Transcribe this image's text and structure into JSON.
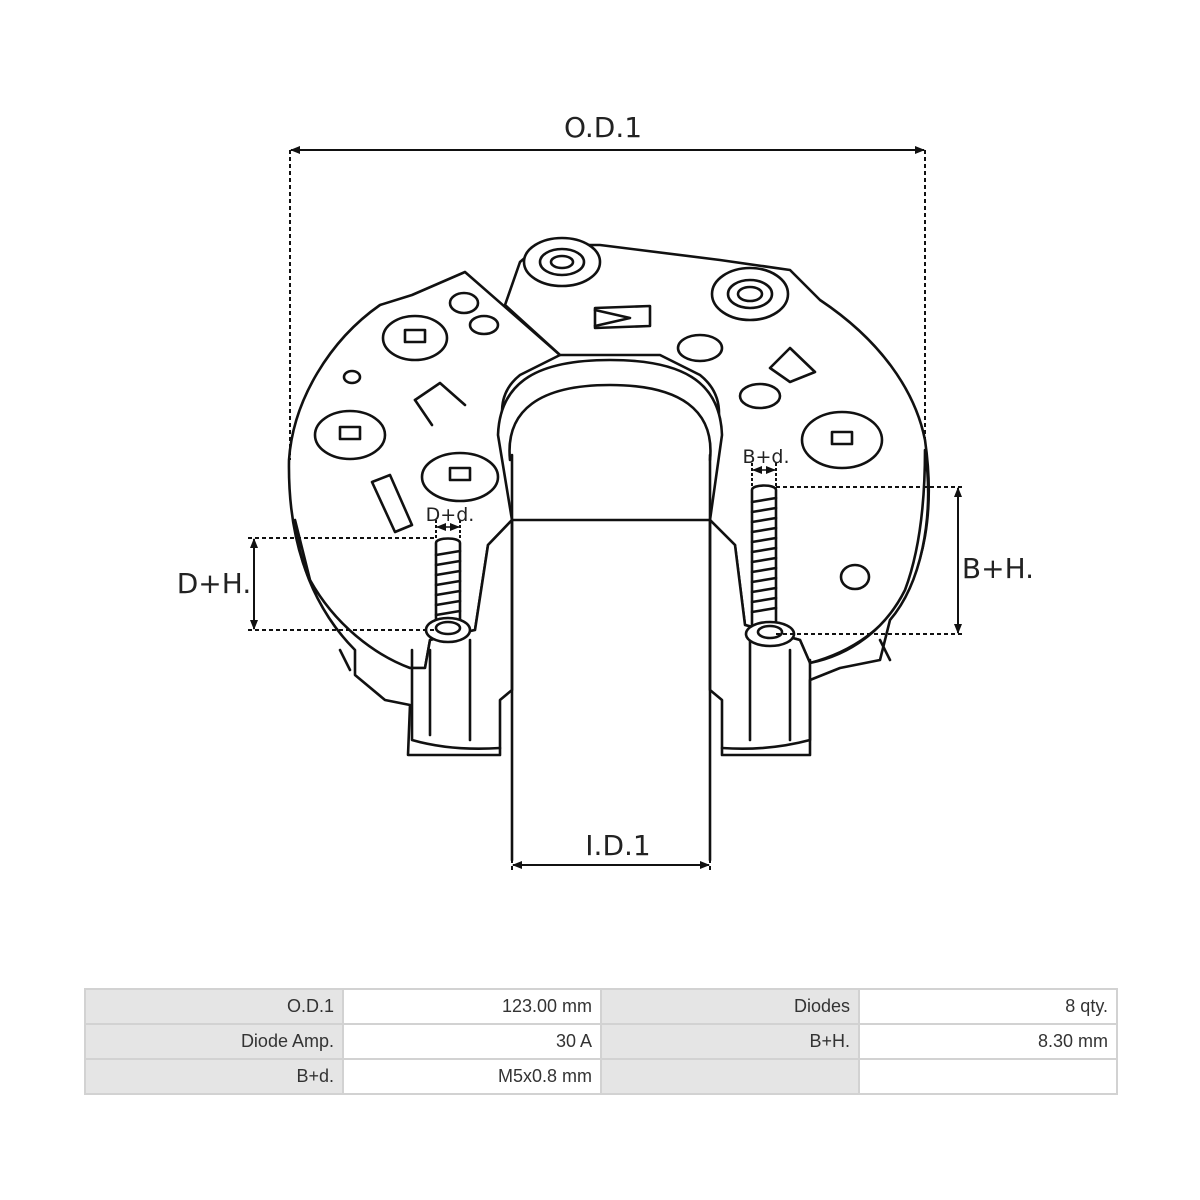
{
  "diagram": {
    "dimension_labels": {
      "od": "O.D.1",
      "id": "I.D.1",
      "dh": "D+H.",
      "dd": "D+d.",
      "bh": "B+H.",
      "bd": "B+d."
    }
  },
  "specs": {
    "rows": [
      {
        "label1": "O.D.1",
        "value1": "123.00 mm",
        "label2": "Diodes",
        "value2": "8 qty."
      },
      {
        "label1": "Diode Amp.",
        "value1": "30 A",
        "label2": "B+H.",
        "value2": "8.30 mm"
      },
      {
        "label1": "B+d.",
        "value1": "M5x0.8 mm",
        "label2": "",
        "value2": ""
      }
    ]
  }
}
